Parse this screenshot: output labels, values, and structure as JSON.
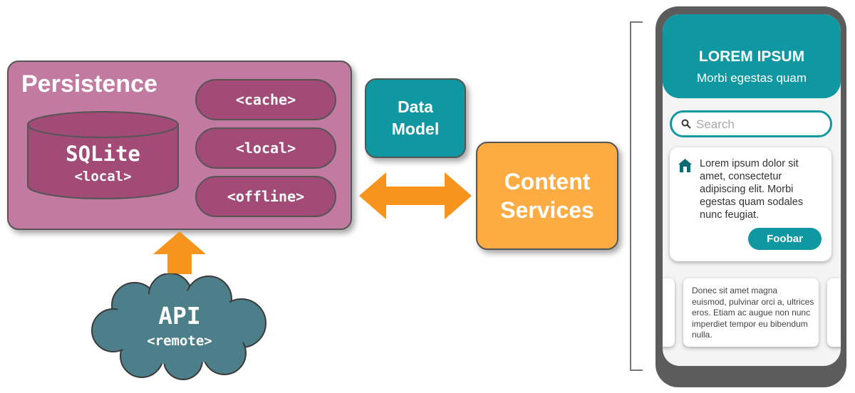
{
  "persistence": {
    "title": "Persistence",
    "database": {
      "name": "SQLite",
      "sub": "<local>"
    },
    "modes": [
      "<cache>",
      "<local>",
      "<offline>"
    ]
  },
  "api": {
    "name": "API",
    "sub": "<remote>"
  },
  "data_model": {
    "line1": "Data",
    "line2": "Model"
  },
  "content_services": {
    "line1": "Content",
    "line2": "Services"
  },
  "phone": {
    "header": {
      "title": "LOREM IPSUM",
      "subtitle": "Morbi egestas quam"
    },
    "search": {
      "placeholder": "Search"
    },
    "card": {
      "text": "Lorem ipsum dolor sit amet, consectetur adipiscing elit. Morbi egestas quam sodales nunc feugiat.",
      "button": "Foobar"
    },
    "small_card": {
      "text": "Donec sit amet magna euismod, pulvinar orci a, ultrices eros. Etiam ac augue non nunc imperdiet tempor eu bibendum nulla."
    }
  },
  "colors": {
    "persistence_bg": "#c27aa0",
    "persistence_item": "#a24b77",
    "teal": "#0f97a2",
    "orange": "#fdac43",
    "arrow": "#f7941d",
    "cloud": "#4d7f8a"
  }
}
